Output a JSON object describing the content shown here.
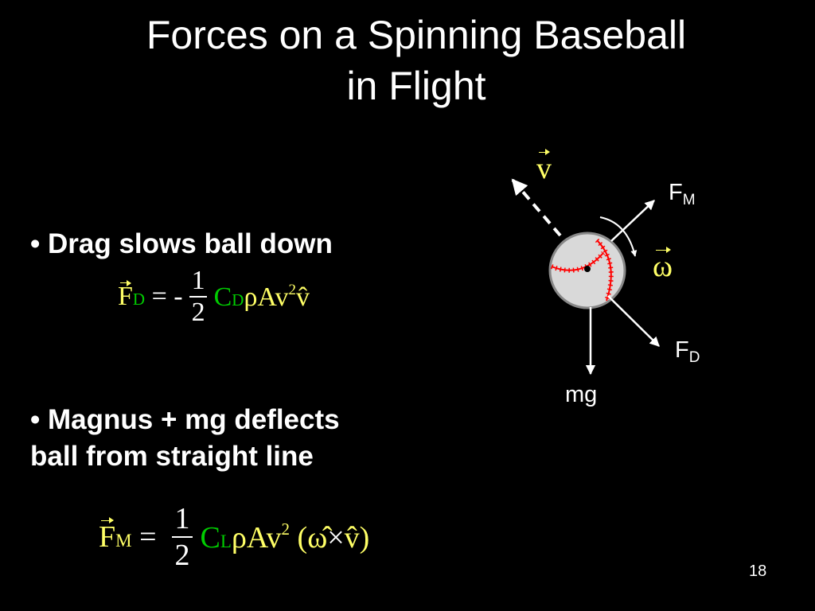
{
  "slide": {
    "title_line1": "Forces on a Spinning Baseball",
    "title_line2": "in Flight",
    "page_number": "18"
  },
  "bullets": [
    {
      "marker": "•",
      "text": "Drag slows ball down"
    },
    {
      "marker": "•",
      "text_line1": "Magnus + mg deflects",
      "text_line2": "ball from straight line"
    }
  ],
  "drag_equation": {
    "F": "F",
    "F_sub": "D",
    "equals": "=",
    "minus": "-",
    "num": "1",
    "den": "2",
    "C": "C",
    "C_sub": "D",
    "rest": "ρAv",
    "exp": "2",
    "vhat": "v̂"
  },
  "magnus_equation": {
    "F": "F",
    "F_sub": "M",
    "equals": "=",
    "num": "1",
    "den": "2",
    "C": "C",
    "C_sub": "L",
    "rest": "ρAv",
    "exp": "2",
    "paren_open": "(",
    "omega_hat": "ω̂",
    "times": "×",
    "vhat": "v̂",
    "paren_close": ")"
  },
  "diagram": {
    "velocity_label": "v",
    "omega_label": "ω",
    "fm_label": "F",
    "fm_sub": "M",
    "fd_label": "F",
    "fd_sub": "D",
    "mg_label": "mg",
    "colors": {
      "ball_fill": "#d9d9d9",
      "seam": "#ff0000",
      "vector_label": "#ffff66",
      "coefficient_subscript": "#00cc00"
    }
  }
}
